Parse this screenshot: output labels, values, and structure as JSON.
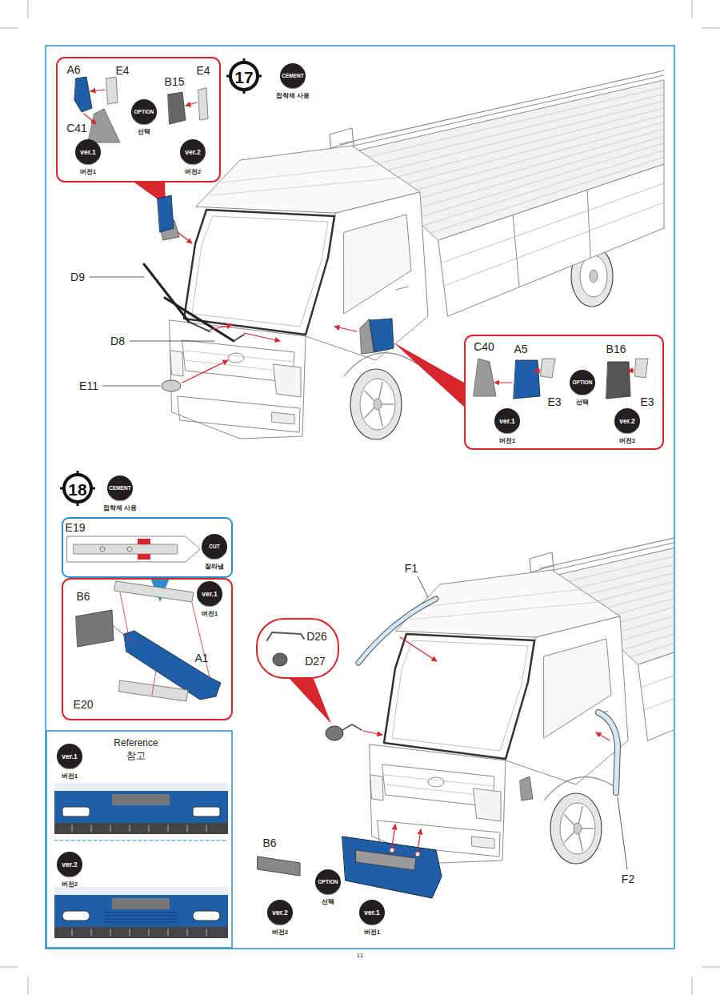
{
  "diagram": {
    "nodes": [
      {
        "text": [
          "17"
        ]
      },
      {
        "text": [
          "CEMENT",
          "접착제 사용"
        ]
      },
      {
        "text": [
          "A6",
          "E4",
          "C41",
          "B15",
          "E4"
        ]
      },
      {
        "text": [
          "OPTION",
          "선택"
        ],
        "in": 2
      },
      {
        "text": [
          "ver.1",
          "버전1"
        ],
        "in": 2
      },
      {
        "text": [
          "ver.2",
          "버전2"
        ],
        "in": 2
      },
      {
        "text": [
          "C40",
          "A5",
          "B16",
          "E3",
          "E3"
        ]
      },
      {
        "text": [
          "OPTION",
          "선택"
        ],
        "in": 6
      },
      {
        "text": [
          "ver.1",
          "버전1"
        ],
        "in": 6
      },
      {
        "text": [
          "ver.2",
          "버전2"
        ],
        "in": 6
      },
      {
        "text": [
          "18"
        ]
      },
      {
        "text": [
          "CEMENT",
          "접착제 사용"
        ]
      },
      {
        "text": [
          "E19"
        ]
      },
      {
        "text": [
          "CUT",
          "잘라냄"
        ],
        "in": 12
      },
      {
        "text": [
          "B6",
          "A1",
          "E20"
        ]
      },
      {
        "text": [
          "ver.1",
          "버전1"
        ],
        "in": 14
      },
      {
        "text": [
          "Reference",
          "참고"
        ]
      },
      {
        "text": [
          "ver.1",
          "버전1"
        ],
        "in": 16
      },
      {
        "text": [
          "ver.2",
          "버전2"
        ],
        "in": 16
      },
      {
        "text": [
          "D26",
          "D27"
        ]
      },
      {
        "text": [
          "OPTION",
          "선택"
        ]
      },
      {
        "text": [
          "ver.2",
          "버전2"
        ]
      },
      {
        "text": [
          "ver.1",
          "버전1"
        ]
      }
    ],
    "labels": [
      "D9",
      "D8",
      "E11",
      "F1",
      "F2",
      "B6",
      "11"
    ]
  }
}
